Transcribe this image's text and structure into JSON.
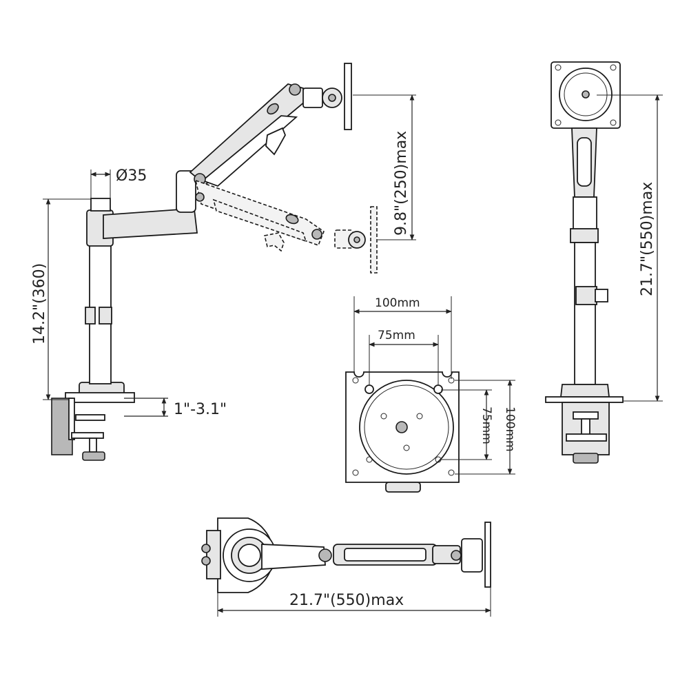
{
  "dimensions": {
    "pole_diameter": "Ø35",
    "pole_height": "14.2\"(360)",
    "clamp_range": "1\"-3.1\"",
    "arm_vertical": "9.8\"(250)max",
    "side_height": "21.7\"(550)max",
    "bottom_reach": "21.7\"(550)max"
  },
  "vesa": {
    "w100": "100mm",
    "w75": "75mm",
    "h75": "75mm",
    "h100": "100mm"
  }
}
